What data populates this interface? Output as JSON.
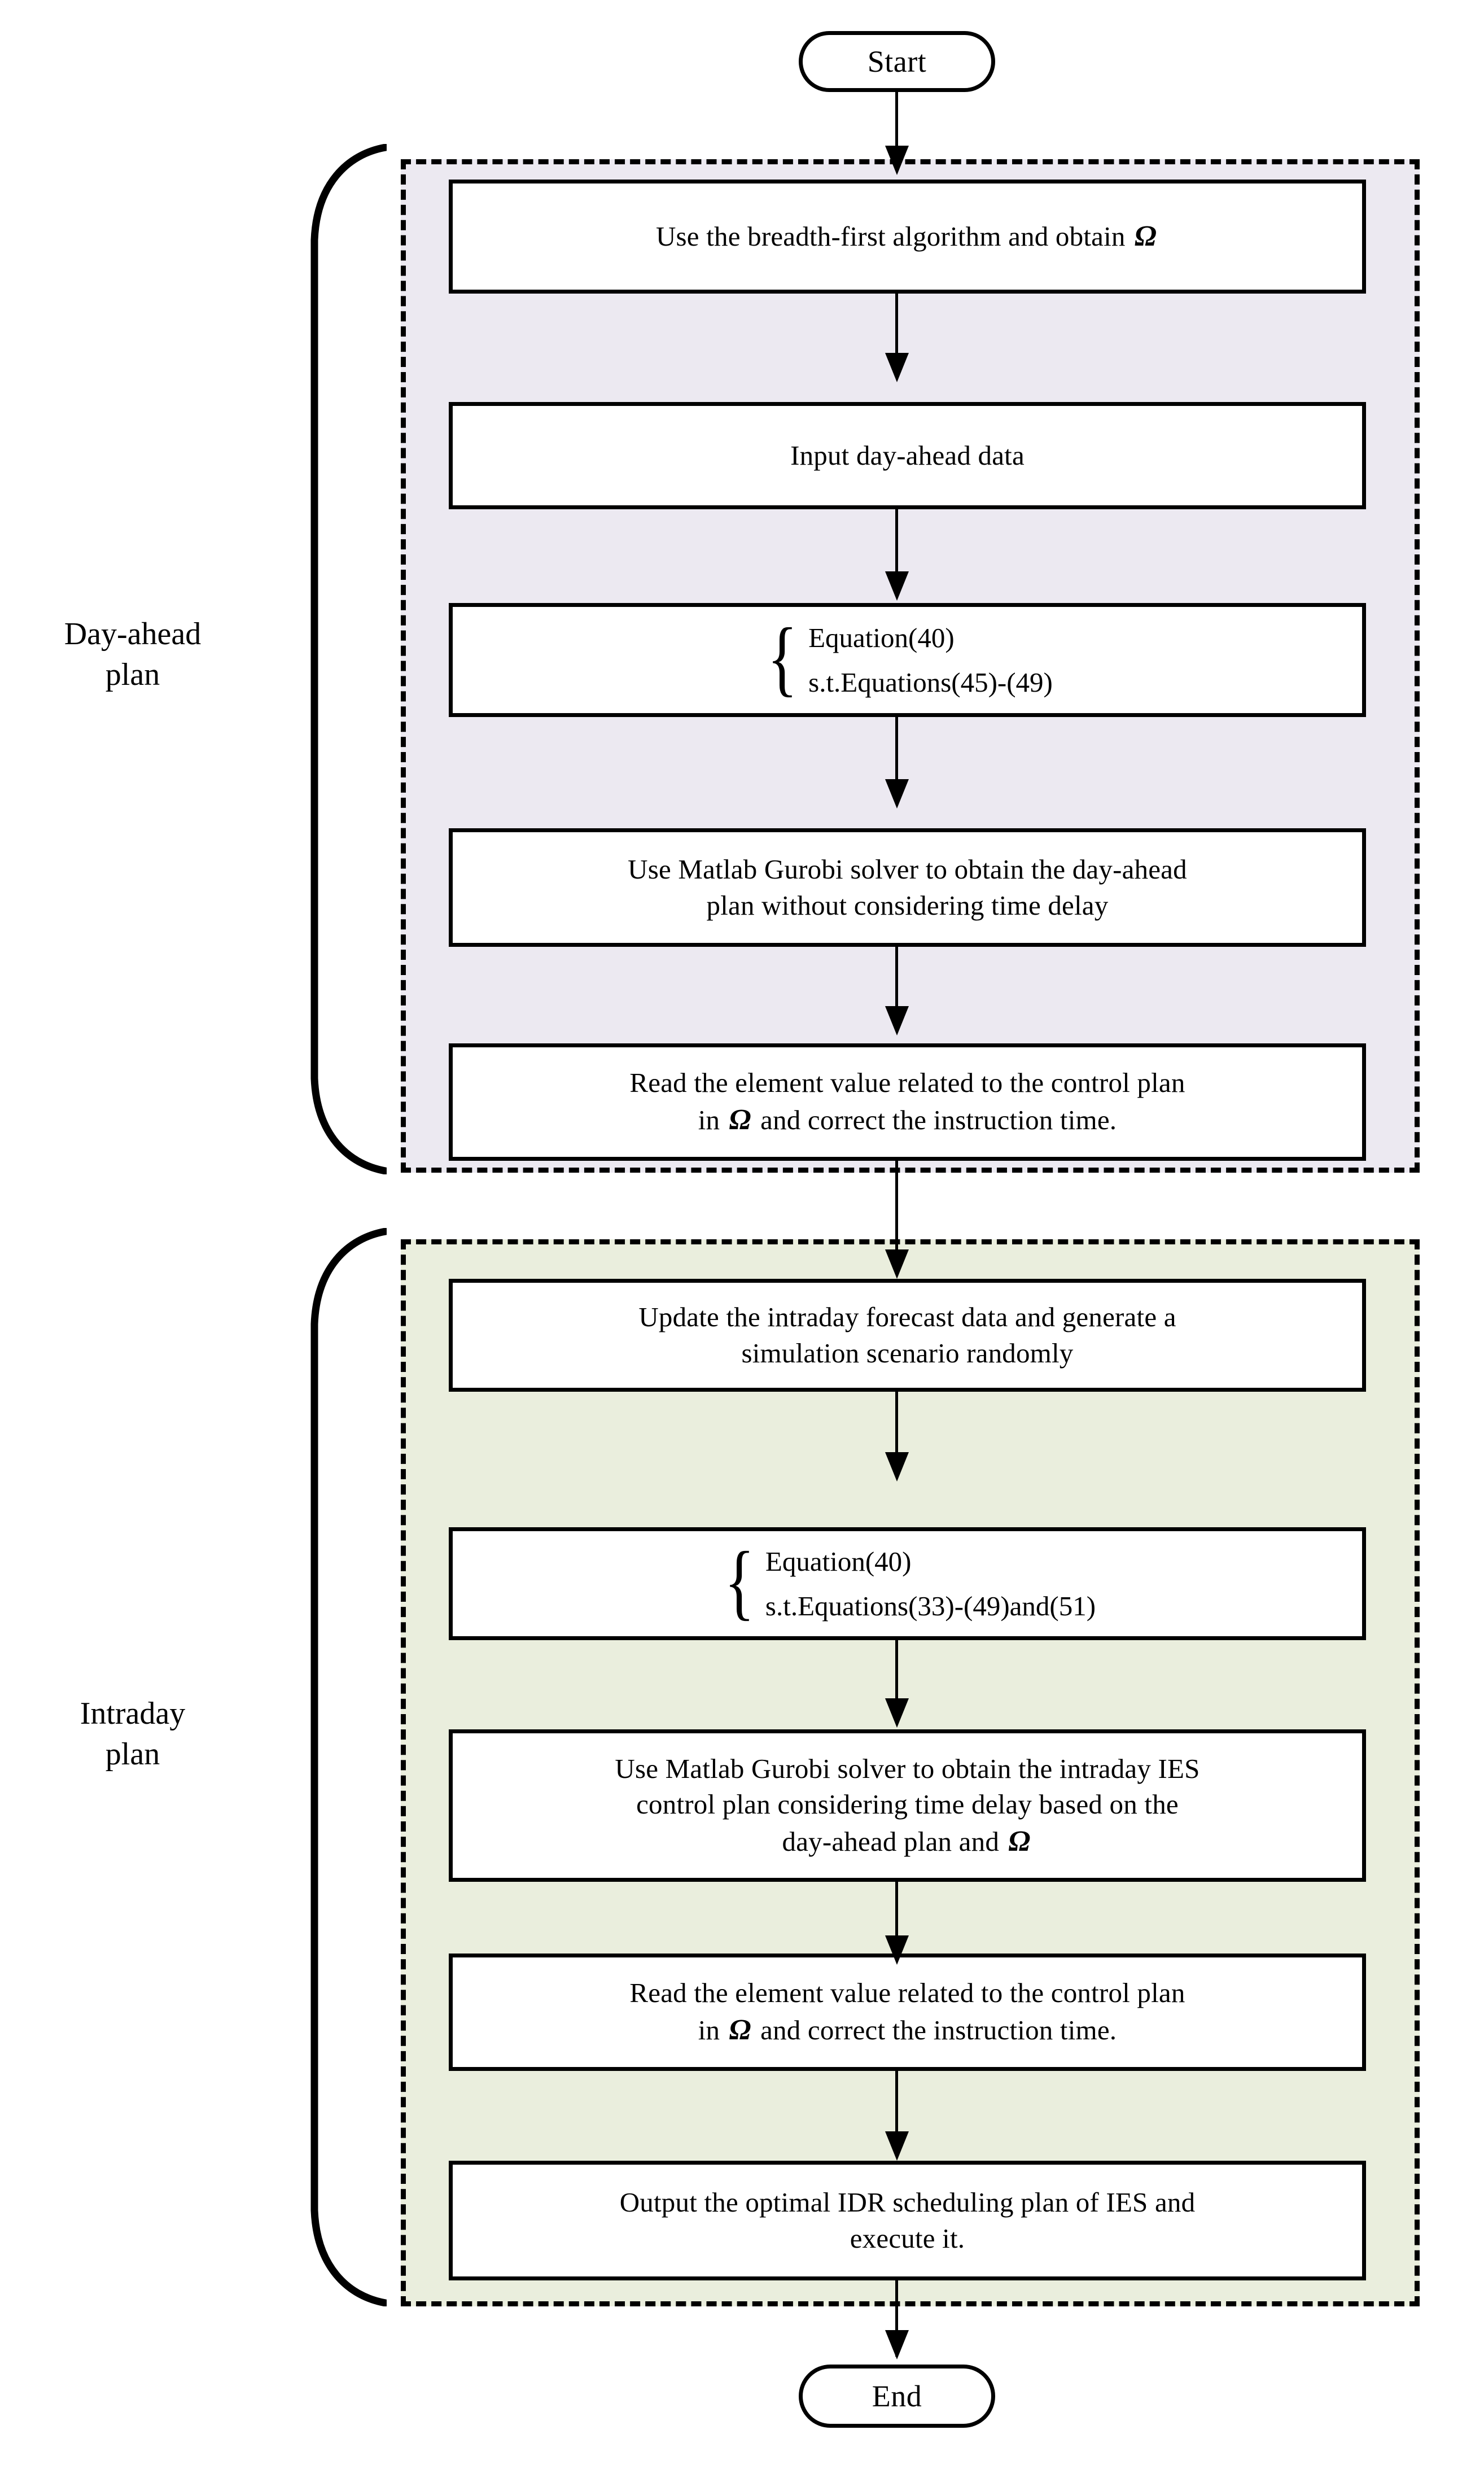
{
  "diagram": {
    "title": "Day-ahead and intraday IDR scheduling flowchart",
    "start_label": "Start",
    "end_label": "End",
    "omega_symbol": "Ω",
    "colors": {
      "day_ahead_fill": "#ece9f1",
      "intraday_fill": "#eaeedd",
      "stroke": "#000000",
      "box_fill": "#ffffff"
    }
  },
  "sections": [
    {
      "id": "day-ahead",
      "label": "Day-ahead\nplan",
      "fill": "#ece9f1",
      "steps": [
        {
          "id": "breadth-first",
          "type": "process",
          "lines": [
            {
              "parts": [
                {
                  "t": "text",
                  "v": "Use the breadth-first algorithm and obtain "
                },
                {
                  "t": "omega",
                  "v": "Ω"
                }
              ]
            }
          ]
        },
        {
          "id": "input-day-ahead-data",
          "type": "process",
          "lines": [
            {
              "parts": [
                {
                  "t": "text",
                  "v": "Input day-ahead data"
                }
              ]
            }
          ]
        },
        {
          "id": "day-ahead-model",
          "type": "equation",
          "brace": "{",
          "eq_lines": [
            "Equation(40)",
            "s.t.Equations(45)-(49)"
          ]
        },
        {
          "id": "solve-day-ahead",
          "type": "process",
          "lines": [
            {
              "parts": [
                {
                  "t": "text",
                  "v": "Use Matlab Gurobi solver to obtain the day-ahead"
                }
              ]
            },
            {
              "parts": [
                {
                  "t": "text",
                  "v": "plan without considering time delay"
                }
              ]
            }
          ]
        },
        {
          "id": "read-element-day-ahead",
          "type": "process",
          "lines": [
            {
              "parts": [
                {
                  "t": "text",
                  "v": "Read the element value related to the control plan"
                }
              ]
            },
            {
              "parts": [
                {
                  "t": "text",
                  "v": "in "
                },
                {
                  "t": "omega",
                  "v": "Ω"
                },
                {
                  "t": "text",
                  "v": " and correct the instruction time."
                }
              ]
            }
          ]
        }
      ]
    },
    {
      "id": "intraday",
      "label": "Intraday\nplan",
      "fill": "#eaeedd",
      "steps": [
        {
          "id": "update-forecast",
          "type": "process",
          "lines": [
            {
              "parts": [
                {
                  "t": "text",
                  "v": "Update the intraday forecast data and generate a"
                }
              ]
            },
            {
              "parts": [
                {
                  "t": "text",
                  "v": "simulation scenario randomly"
                }
              ]
            }
          ]
        },
        {
          "id": "intraday-model",
          "type": "equation",
          "brace": "{",
          "eq_lines": [
            "Equation(40)",
            "s.t.Equations(33)-(49)and(51)"
          ]
        },
        {
          "id": "solve-intraday",
          "type": "process",
          "lines": [
            {
              "parts": [
                {
                  "t": "text",
                  "v": "Use Matlab Gurobi solver to obtain the intraday IES"
                }
              ]
            },
            {
              "parts": [
                {
                  "t": "text",
                  "v": "control plan considering time delay based on the"
                }
              ]
            },
            {
              "parts": [
                {
                  "t": "text",
                  "v": "day-ahead plan and "
                },
                {
                  "t": "omega",
                  "v": "Ω"
                }
              ]
            }
          ]
        },
        {
          "id": "read-element-intraday",
          "type": "process",
          "lines": [
            {
              "parts": [
                {
                  "t": "text",
                  "v": "Read the element value related to the control plan"
                }
              ]
            },
            {
              "parts": [
                {
                  "t": "text",
                  "v": "in "
                },
                {
                  "t": "omega",
                  "v": "Ω"
                },
                {
                  "t": "text",
                  "v": " and correct the instruction time."
                }
              ]
            }
          ]
        },
        {
          "id": "output-idr",
          "type": "process",
          "lines": [
            {
              "parts": [
                {
                  "t": "text",
                  "v": "Output the optimal IDR scheduling plan of IES and"
                }
              ]
            },
            {
              "parts": [
                {
                  "t": "text",
                  "v": "execute it."
                }
              ]
            }
          ]
        }
      ]
    }
  ]
}
